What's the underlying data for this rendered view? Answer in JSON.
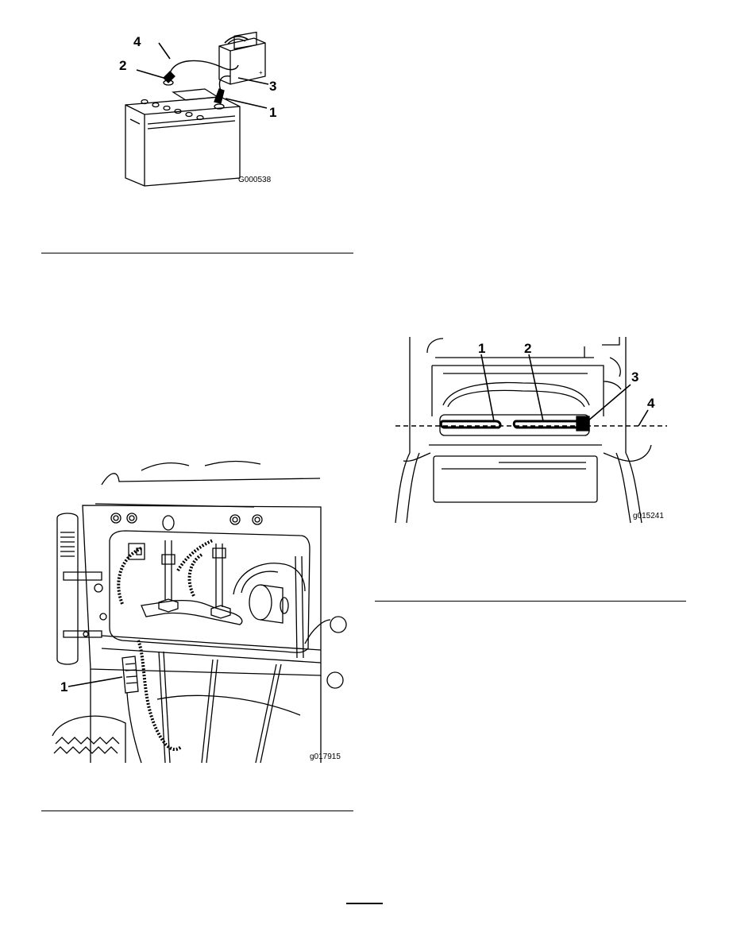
{
  "figures": {
    "battery": {
      "id": "G000538",
      "callouts": [
        "1",
        "2",
        "3",
        "4"
      ]
    },
    "harness": {
      "id": "g017915",
      "callouts": [
        "1"
      ]
    },
    "cables": {
      "id": "g015241",
      "callouts": [
        "1",
        "2",
        "3",
        "4"
      ]
    }
  },
  "colors": {
    "ink": "#000000",
    "paper": "#ffffff",
    "rule": "#000000"
  }
}
